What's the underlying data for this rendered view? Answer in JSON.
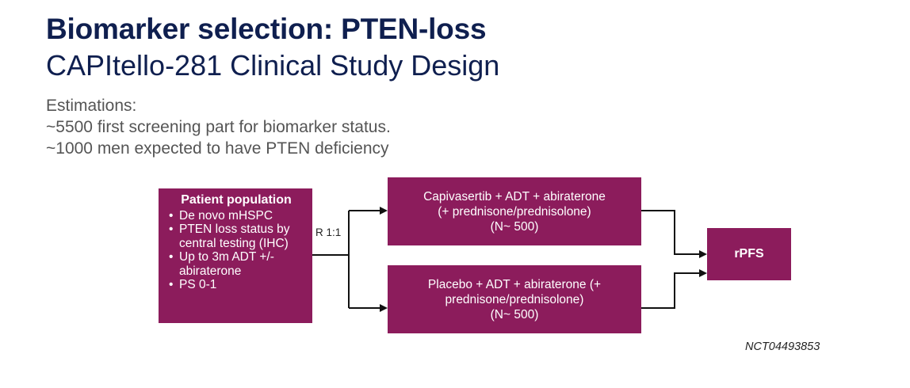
{
  "header": {
    "title": "Biomarker selection: PTEN-loss",
    "subtitle": "CAPItello-281 Clinical Study Design"
  },
  "estimations": {
    "heading": "Estimations:",
    "lines": [
      "~5500 first screening part for biomarker status.",
      "~1000 men expected to have PTEN deficiency"
    ]
  },
  "population": {
    "heading": "Patient population",
    "items": [
      "De novo mHSPC",
      "PTEN loss status by central testing (IHC)",
      "Up to 3m ADT +/- abiraterone",
      "PS 0-1"
    ]
  },
  "randomization": "R 1:1",
  "arms": [
    {
      "line1": "Capivasertib + ADT + abiraterone",
      "line2": "(+ prednisone/prednisolone)",
      "line3": "(N~ 500)"
    },
    {
      "line1": "Placebo + ADT + abiraterone (+",
      "line2": "prednisone/prednisolone)",
      "line3": "(N~ 500)"
    }
  ],
  "endpoint": "rPFS",
  "trial_id": "NCT04493853",
  "colors": {
    "box": "#8c1c5c",
    "title": "#0f1f4f",
    "text_gray": "#555555"
  }
}
